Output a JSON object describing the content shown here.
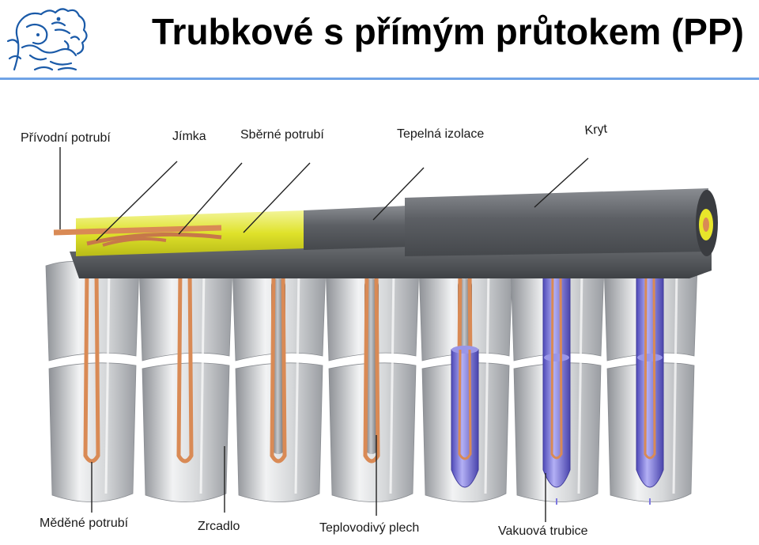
{
  "slide": {
    "title": "Trubkové s přímým průtokem (PP)",
    "accent_color": "#6fa3e6"
  },
  "logo": {
    "icon": "ctu-lion-logo-icon",
    "color": "#1a5aa8"
  },
  "diagram": {
    "labels_top": [
      "Přívodní potrubí",
      "Jímka",
      "Sběrné potrubí",
      "Tepelná izolace",
      "Kryt"
    ],
    "labels_bottom": [
      "Měděné potrubí",
      "Zrcadlo",
      "Teplovodivý plech",
      "Vakuová trubice"
    ],
    "colors": {
      "insulation": "#e3e62c",
      "cover": "#5b5e63",
      "copper": "#d98a55",
      "reflector": "#d9dadb",
      "vacuum_tube": "#7d78e0"
    }
  }
}
